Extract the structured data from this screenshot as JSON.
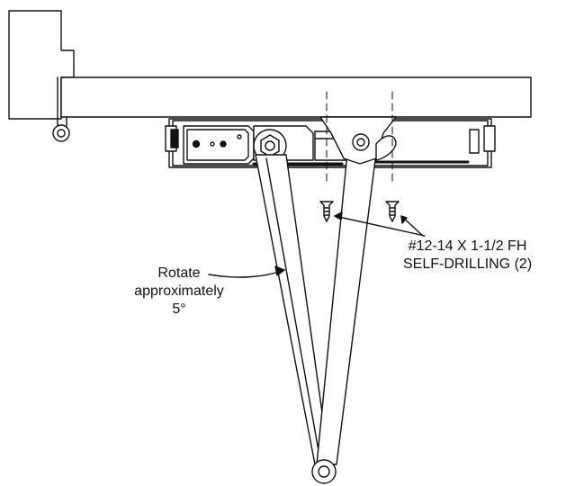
{
  "labels": {
    "rotate": [
      "Rotate",
      "approximately",
      "5°"
    ],
    "screw": [
      "#12-14 X 1-1/2 FH",
      "SELF-DRILLING (2)"
    ]
  },
  "colors": {
    "stroke": "#111111",
    "fill": "#ffffff",
    "shade": "#d9d9d9"
  }
}
